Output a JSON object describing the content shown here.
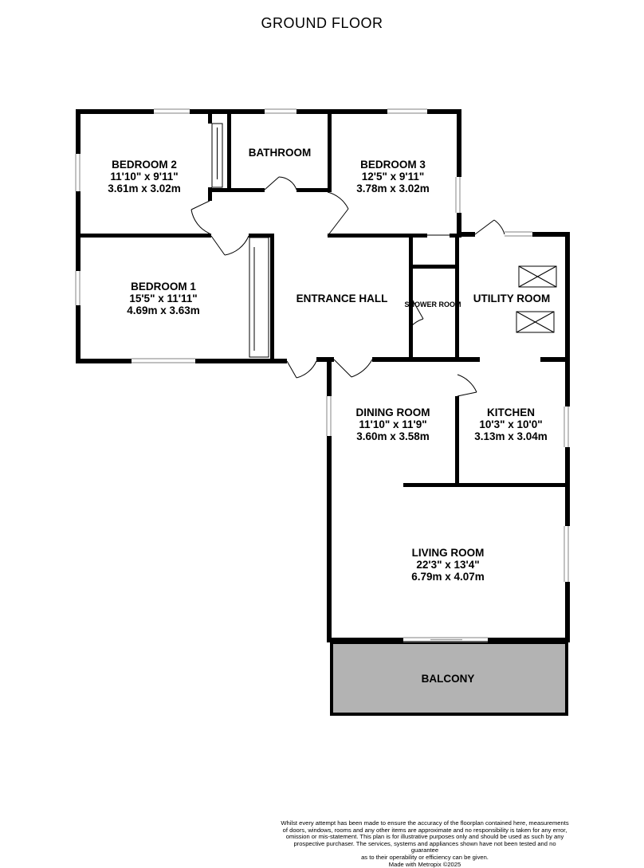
{
  "title": "GROUND FLOOR",
  "rooms": {
    "bedroom2": {
      "name": "BEDROOM 2",
      "imperial": "11'10\"  x 9'11\"",
      "metric": "3.61m  x 3.02m"
    },
    "bathroom": {
      "name": "BATHROOM"
    },
    "bedroom3": {
      "name": "BEDROOM 3",
      "imperial": "12'5\"  x 9'11\"",
      "metric": "3.78m  x 3.02m"
    },
    "bedroom1": {
      "name": "BEDROOM 1",
      "imperial": "15'5\"  x 11'11\"",
      "metric": "4.69m  x 3.63m"
    },
    "entrance_hall": {
      "name": "ENTRANCE HALL"
    },
    "shower_room": {
      "name": "SHOWER ROOM"
    },
    "utility_room": {
      "name": "UTILITY ROOM"
    },
    "dining_room": {
      "name": "DINING ROOM",
      "imperial": "11'10\"  x 11'9\"",
      "metric": "3.60m  x 3.58m"
    },
    "kitchen": {
      "name": "KITCHEN",
      "imperial": "10'3\"  x 10'0\"",
      "metric": "3.13m  x 3.04m"
    },
    "living_room": {
      "name": "LIVING ROOM",
      "imperial": "22'3\"  x 13'4\"",
      "metric": "6.79m  x 4.07m"
    },
    "balcony": {
      "name": "BALCONY"
    }
  },
  "colors": {
    "wall": "#000000",
    "balcony_fill": "#b3b3b3",
    "window": "#9a9a9a"
  },
  "disclaimer": [
    "Whilst every attempt has been made to ensure the accuracy of the floorplan contained here, measurements",
    "of doors, windows, rooms and any other items are approximate and no responsibility is taken for any error,",
    "omission or mis-statement. This plan is for illustrative purposes only and should be used as such by any",
    "prospective purchaser. The services, systems and appliances shown have not been tested and no guarantee",
    "as to their operability or efficiency can be given.",
    "Made with Metropix ©2025"
  ]
}
